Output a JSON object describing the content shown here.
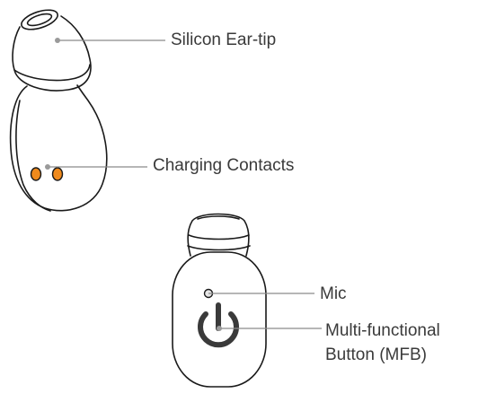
{
  "labels": {
    "ear_tip": "Silicon Ear-tip",
    "charging_contacts": "Charging Contacts",
    "mic": "Mic",
    "mfb_line1": "Multi-functional",
    "mfb_line2": "Button (MFB)"
  },
  "colors": {
    "outline": "#1a1a1a",
    "leader_line": "#8a8a8a",
    "contact": "#f08a1c",
    "text": "#3a3a3a"
  },
  "icons": {
    "power_button": "power-icon"
  }
}
